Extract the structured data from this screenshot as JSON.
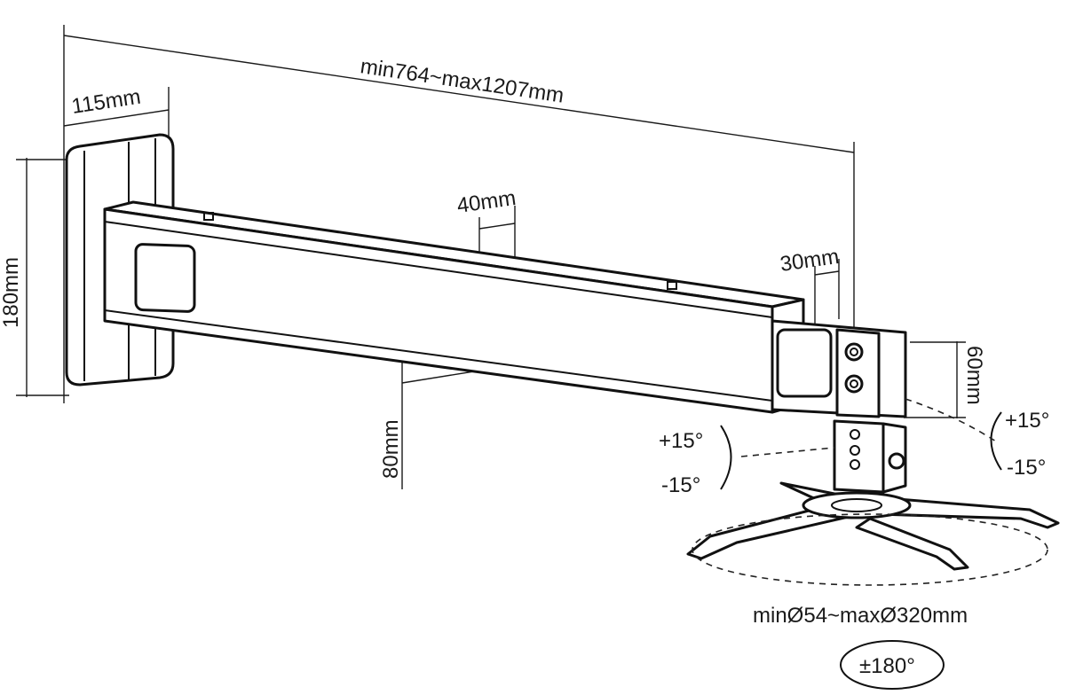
{
  "dimensions": {
    "total_length": "min764~max1207mm",
    "plate_width": "115mm",
    "plate_height": "180mm",
    "adjust_step_arm": "40mm",
    "adjust_step_inner": "30mm",
    "inner_tube_height": "60mm",
    "arm_height": "80mm",
    "mount_diameter": "minØ54~maxØ320mm"
  },
  "angles": {
    "tilt_left_plus": "+15°",
    "tilt_left_minus": "-15°",
    "tilt_right_plus": "+15°",
    "tilt_right_minus": "-15°",
    "rotation": "±180°"
  }
}
